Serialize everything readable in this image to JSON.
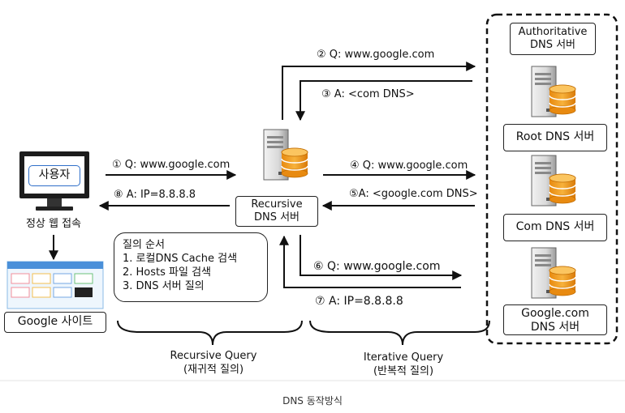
{
  "client": {
    "screen_label": "사용자",
    "caption": "정상 웹 접속",
    "site_label": "Google 사이트"
  },
  "recursive_server": {
    "line1": "Recursive",
    "line2": "DNS 서버"
  },
  "authoritative": {
    "line1": "Authoritative",
    "line2": "DNS 서버"
  },
  "servers": {
    "root": "Root DNS 서버",
    "com": "Com DNS 서버",
    "google_line1": "Google.com",
    "google_line2": "DNS 서버"
  },
  "steps": {
    "s1": "① Q: www.google.com",
    "s2": "② Q: www.google.com",
    "s3": "③ A: <com DNS>",
    "s4": "④ Q: www.google.com",
    "s5": "⑤A: <google.com DNS>",
    "s6": "⑥ Q: www.google.com",
    "s7": "⑦ A: IP=8.8.8.8",
    "s8": "⑧ A: IP=8.8.8.8"
  },
  "query_order": {
    "title": "질의 순서",
    "items": [
      "1.  로컬DNS Cache 검색",
      "2.  Hosts 파일 검색",
      "3.  DNS 서버 질의"
    ]
  },
  "braces": {
    "recursive_line1": "Recursive Query",
    "recursive_line2": "(재귀적 질의)",
    "iterative_line1": "Iterative Query",
    "iterative_line2": "(반복적 질의)"
  },
  "footer_caption": "DNS 동작방식"
}
